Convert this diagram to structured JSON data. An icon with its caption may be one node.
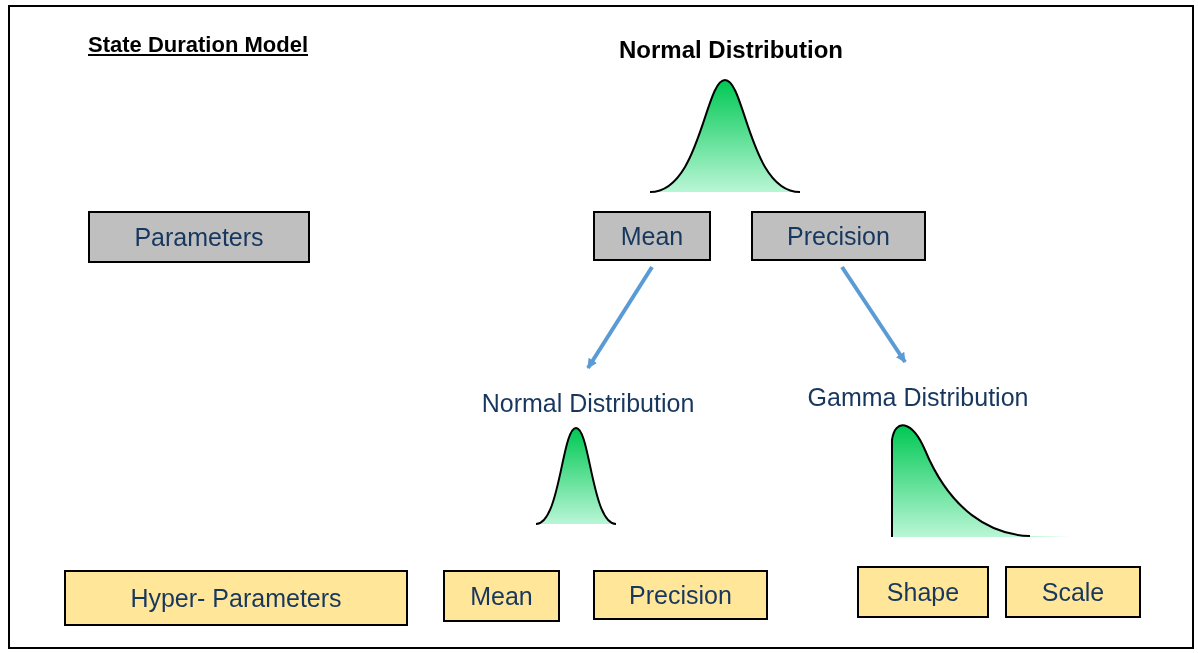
{
  "diagram": {
    "title": "State Duration Model",
    "nodes": [
      {
        "text": [
          "Normal Distribution"
        ]
      },
      {
        "text": [
          "Parameters"
        ]
      },
      {
        "text": [
          "Mean"
        ]
      },
      {
        "text": [
          "Precision"
        ]
      },
      {
        "text": [
          "Normal Distribution"
        ]
      },
      {
        "text": [
          "Gamma Distribution"
        ]
      },
      {
        "text": [
          "Hyper- Parameters"
        ]
      },
      {
        "text": [
          "Mean"
        ]
      },
      {
        "text": [
          "Precision"
        ]
      },
      {
        "text": [
          "Shape"
        ]
      },
      {
        "text": [
          "Scale"
        ]
      }
    ],
    "edges": [
      {
        "from": 2,
        "to": 4,
        "arrow": "to",
        "color": "#5b9bd5"
      },
      {
        "from": 3,
        "to": 5,
        "arrow": "to",
        "color": "#5b9bd5"
      }
    ]
  }
}
